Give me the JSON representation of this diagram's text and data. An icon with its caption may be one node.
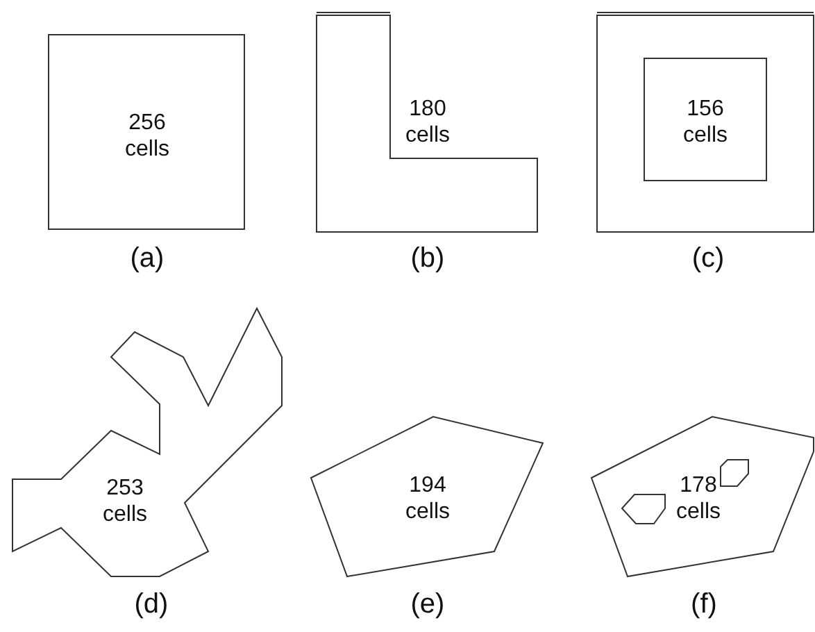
{
  "diagram": {
    "nodes": [
      {
        "text": [
          "256 cells"
        ],
        "beside": [
          "(a)"
        ]
      },
      {
        "text": [
          "180 cells"
        ],
        "beside": [
          "(b)"
        ]
      },
      {
        "text": [],
        "shape": "box",
        "beside": [
          "(c)"
        ]
      },
      {
        "text": [
          "156 cells"
        ],
        "in": 2
      },
      {
        "text": [
          "253 cells"
        ],
        "beside": [
          "(d)"
        ]
      },
      {
        "text": [
          "194 cells"
        ],
        "beside": [
          "(e)"
        ]
      },
      {
        "text": [
          "178 cells"
        ],
        "beside": [
          "(f)"
        ]
      },
      {
        "text": [],
        "shape": "hexagon",
        "in": 6
      },
      {
        "text": [],
        "shape": "hexagon",
        "in": 6
      }
    ]
  }
}
